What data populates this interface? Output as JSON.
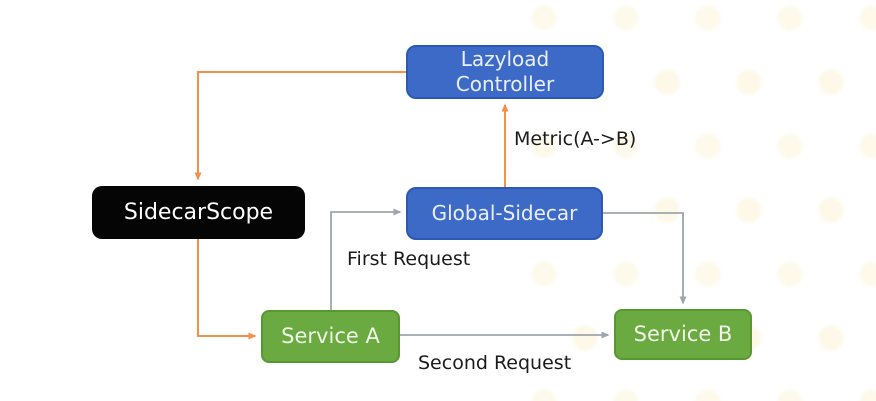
{
  "diagram": {
    "nodes": {
      "lazyload": {
        "lines": [
          "Lazyload",
          "Controller"
        ],
        "color": "#3c6ac6",
        "shape": "rounded-rect"
      },
      "sidecar_scope": {
        "label": "SidecarScope",
        "color": "#050505",
        "shape": "rounded-rect"
      },
      "global_sidecar": {
        "label": "Global-Sidecar",
        "color": "#3c6ac6",
        "shape": "rounded-rect"
      },
      "service_a": {
        "label": "Service A",
        "color": "#6aaa40",
        "shape": "rounded-rect"
      },
      "service_b": {
        "label": "Service B",
        "color": "#6aaa40",
        "shape": "rounded-rect"
      }
    },
    "edge_labels": {
      "metric": "Metric(A->B)",
      "first_request": "First Request",
      "second_request": "Second Request"
    },
    "edges": [
      {
        "from": "lazyload",
        "to": "sidecar_scope",
        "color": "#f1914b",
        "label": ""
      },
      {
        "from": "sidecar_scope",
        "to": "service_a",
        "color": "#f1914b",
        "label": ""
      },
      {
        "from": "global_sidecar",
        "to": "lazyload",
        "color": "#f1914b",
        "label": "Metric(A->B)"
      },
      {
        "from": "service_a",
        "to": "global_sidecar",
        "color": "#9da5ad",
        "label": "First Request"
      },
      {
        "from": "global_sidecar",
        "to": "service_b",
        "color": "#9da5ad",
        "label": ""
      },
      {
        "from": "service_a",
        "to": "service_b",
        "color": "#9da5ad",
        "label": "Second Request"
      }
    ],
    "colors": {
      "node_blue_fill": "#3c6ac6",
      "node_blue_border": "#2b59b5",
      "node_green_fill": "#6aaa40",
      "node_green_border": "#569931",
      "node_black_fill": "#050505",
      "arrow_orange": "#f1914b",
      "arrow_gray": "#9da5ad",
      "edge_label_text": "#1b1b1b",
      "node_text": "#ffffff",
      "background": "#ffffff"
    }
  }
}
